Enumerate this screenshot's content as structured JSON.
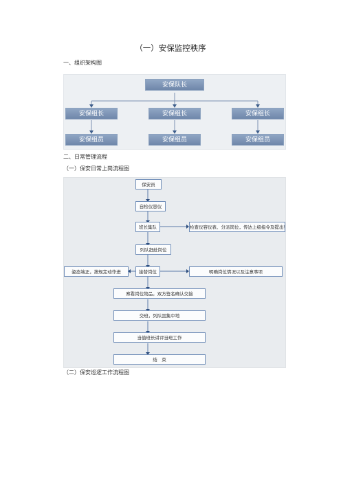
{
  "doc": {
    "title": "（一）安保监控秩序",
    "section1": "一、组织架构图",
    "section2": "二、日常管理流程",
    "sub1": "（一）保安日常上岗流程图",
    "sub2": "（二）保安巡逻工作流程图"
  },
  "org": {
    "top": "安保队长",
    "leaders": [
      "安保组长",
      "安保组长",
      "安保组长"
    ],
    "members": [
      "安保组员",
      "安保组员",
      "安保组员"
    ]
  },
  "flow": {
    "steps": [
      "保安员",
      "自检仪容仪",
      "班长集队",
      "列队赶赴岗位",
      "接替岗位",
      "察看岗位物品，双方签名确认交接",
      "交班，列队回集中地",
      "当值班长讲评当班工作",
      "结　束"
    ],
    "side_right_1": "检查仪容仪表、分派岗位，传达上级指令及提出要",
    "side_right_2": "明确岗位情况以及注意事项",
    "side_left": "姿态端正，按规定动作进"
  }
}
